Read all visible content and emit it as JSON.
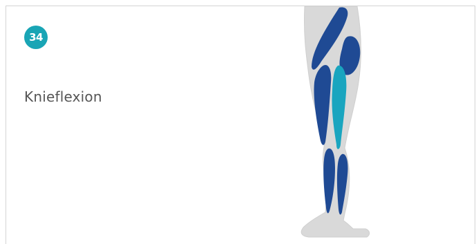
{
  "exercise": {
    "number": "34",
    "title": "Knieflexion"
  },
  "illustration": {
    "subject": "leg-muscles-lateral-view",
    "colors": {
      "skin": "#d9d9d9",
      "muscle_dark": "#1f4a94",
      "muscle_highlight": "#19a5bf",
      "outline": "#cccccc"
    }
  },
  "theme": {
    "badge_color": "#19a5b5",
    "title_color": "#555555",
    "border_color": "#d4d4d4"
  }
}
